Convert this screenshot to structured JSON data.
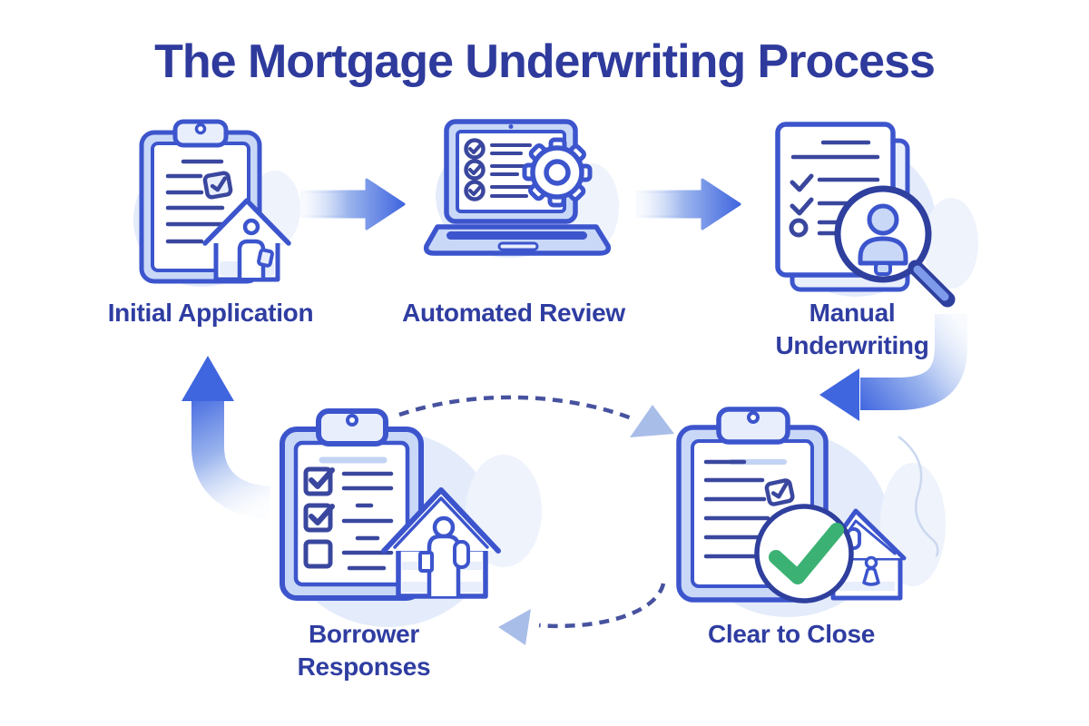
{
  "title": "The Mortgage Underwriting Process",
  "steps": [
    {
      "id": "initial-application",
      "label": "Initial Application",
      "icon": "clipboard-house-icon"
    },
    {
      "id": "automated-review",
      "label": "Automated Review",
      "icon": "laptop-gear-icon"
    },
    {
      "id": "manual-underwriting",
      "label": "Manual Underwriting",
      "icon": "documents-magnifier-icon"
    },
    {
      "id": "clear-to-close",
      "label": "Clear to Close",
      "icon": "clipboard-green-check-house-icon"
    },
    {
      "id": "borrower-responses",
      "label": "Borrower Responses",
      "icon": "clipboard-checklist-house-icon"
    }
  ],
  "flow": [
    {
      "from": "Initial Application",
      "to": "Automated Review",
      "style": "solid",
      "shape": "straight-right"
    },
    {
      "from": "Automated Review",
      "to": "Manual Underwriting",
      "style": "solid",
      "shape": "straight-right"
    },
    {
      "from": "Manual Underwriting",
      "to": "Clear to Close",
      "style": "solid",
      "shape": "curved-down-left"
    },
    {
      "from": "Borrower Responses",
      "to": "Initial Application",
      "style": "solid",
      "shape": "curved-up"
    },
    {
      "from": "Borrower Responses",
      "to": "Clear to Close",
      "style": "dashed",
      "shape": "arc-right"
    },
    {
      "from": "Clear to Close",
      "to": "Borrower Responses",
      "style": "dashed",
      "shape": "arc-left"
    }
  ],
  "colors": {
    "background": "#ffffff",
    "title_text": "#2e3a9c",
    "label_text": "#2f3da1",
    "outline_blue": "#3c55cd",
    "ink_dark": "#2e3f9e",
    "doc_line_navy": "#3a479e",
    "light_fill": "#c9d8f7",
    "lighter_fill": "#e8eefc",
    "blob_fill": "#e4ecfb",
    "arrow_blue": "#4066df",
    "arrow_fade": "#e9f0fc",
    "dashed_line": "#47529f",
    "dashed_arrowhead": "#a9bde9",
    "check_green": "#3bb273",
    "magnifier_handle": "#7d9bea"
  }
}
